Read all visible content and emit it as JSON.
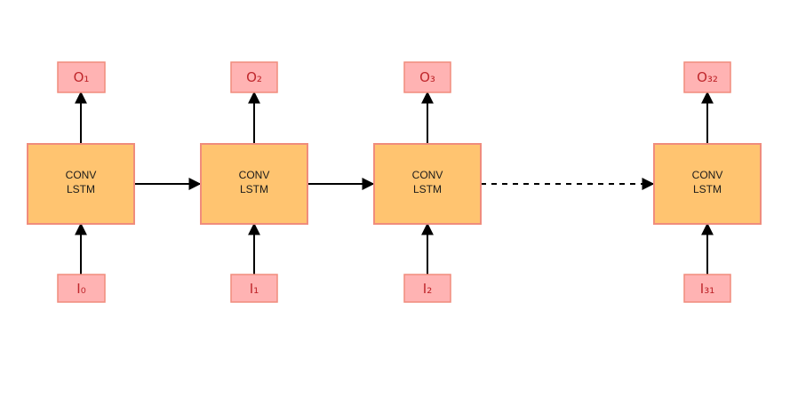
{
  "cells": [
    {
      "line1": "CONV",
      "line2": "LSTM",
      "input": "I₀",
      "output": "O₁"
    },
    {
      "line1": "CONV",
      "line2": "LSTM",
      "input": "I₁",
      "output": "O₂"
    },
    {
      "line1": "CONV",
      "line2": "LSTM",
      "input": "I₂",
      "output": "O₃"
    },
    {
      "line1": "CONV",
      "line2": "LSTM",
      "input": "I₃₁",
      "output": "O₃₂"
    }
  ],
  "connections": [
    {
      "from": 0,
      "to": 1,
      "style": "solid"
    },
    {
      "from": 1,
      "to": 2,
      "style": "solid"
    },
    {
      "from": 2,
      "to": 3,
      "style": "dashed"
    }
  ],
  "colors": {
    "cell_fill": "#ffc470",
    "cell_border": "#f08c7c",
    "io_fill": "#ffb3b3",
    "io_text": "#c0282d",
    "arrow": "#000000"
  }
}
